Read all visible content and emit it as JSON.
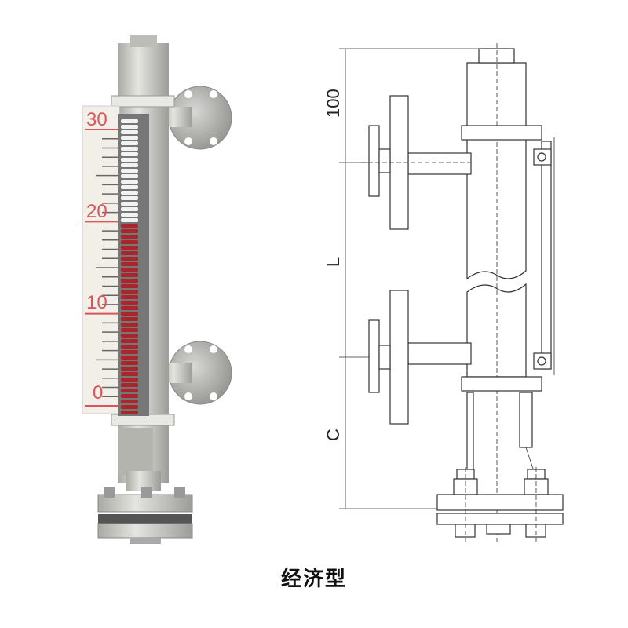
{
  "photo": {
    "scale_labels": [
      "30",
      "20",
      "10",
      "0"
    ],
    "scale_range": [
      0,
      30
    ],
    "level_value": 20,
    "colors": {
      "indicator_red": "#a8262b",
      "indicator_white": "#f2f2f2",
      "scale_text": "#d9555a",
      "body": "#c9c9c4"
    }
  },
  "drawing": {
    "dimensions": {
      "top": "100",
      "middle": "L",
      "bottom": "C"
    }
  },
  "caption": "经济型"
}
